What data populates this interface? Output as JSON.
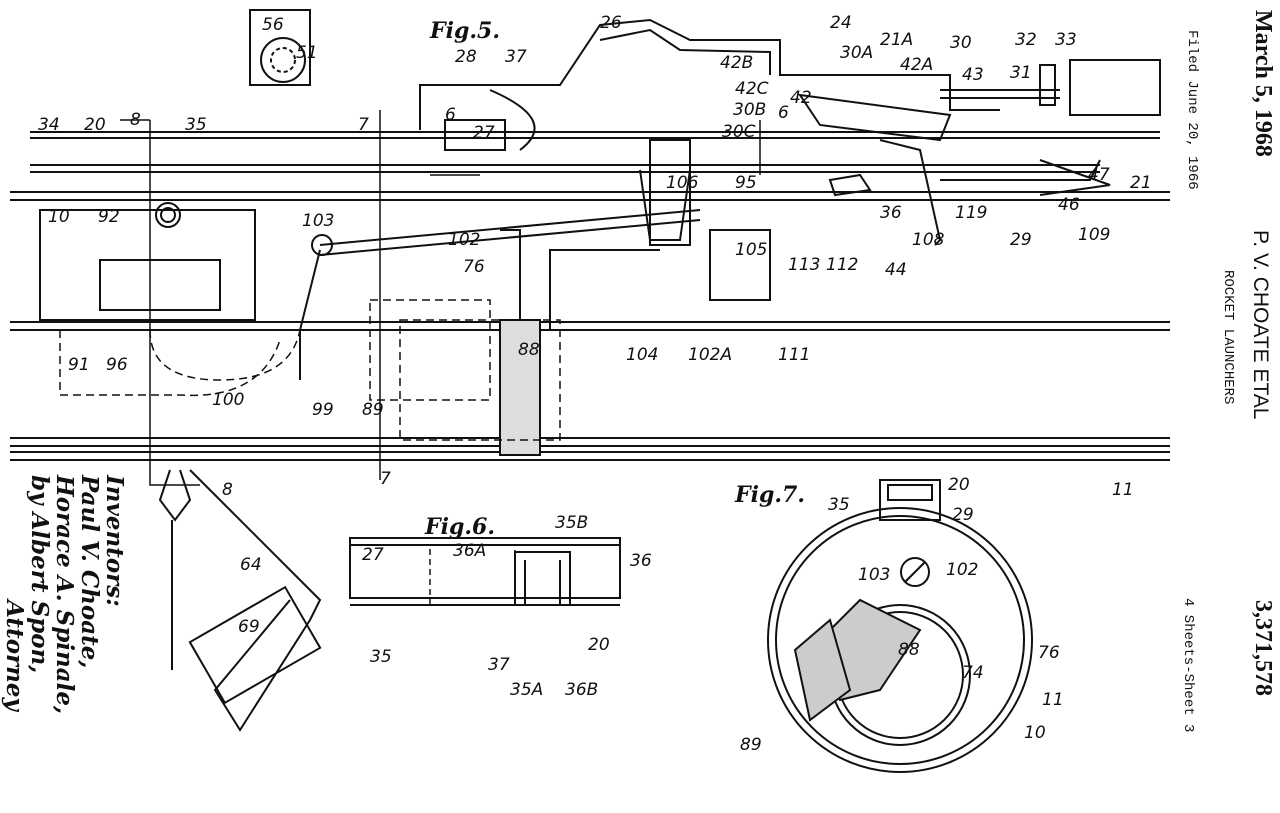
{
  "header": {
    "date": "March 5, 1968",
    "filed": "Filed June 20, 1966",
    "inventor": "P. V. CHOATE ETAL",
    "title": "ROCKET LAUNCHERS",
    "patent_number": "3,371,578",
    "sheets": "4 Sheets-Sheet 3"
  },
  "signature": {
    "inventors_heading": "Inventors:",
    "name1": "Paul V. Choate,",
    "name2": "Horace A. Spinale,",
    "by": "by Albert Spon,",
    "attorney": "Attorney"
  },
  "figures": {
    "fig5": "Fig.5.",
    "fig6": "Fig.6.",
    "fig7": "Fig.7."
  },
  "labels": [
    "56",
    "51",
    "26",
    "24",
    "28",
    "37",
    "21A",
    "30",
    "32",
    "33",
    "30A",
    "42B",
    "42A",
    "43",
    "31",
    "42C",
    "42",
    "30B",
    "30C",
    "6",
    "6",
    "27",
    "34",
    "20",
    "35",
    "8",
    "7",
    "95",
    "106",
    "10",
    "92",
    "103",
    "36",
    "119",
    "108",
    "29",
    "109",
    "21",
    "47",
    "46",
    "102",
    "113",
    "112",
    "105",
    "44",
    "76",
    "91",
    "96",
    "88",
    "104",
    "102A",
    "111",
    "99",
    "89",
    "100",
    "11",
    "8",
    "7",
    "64",
    "69",
    "27",
    "36A",
    "35B",
    "36",
    "35",
    "37",
    "20",
    "35A",
    "36B",
    "35",
    "20",
    "29",
    "103",
    "102",
    "88",
    "74",
    "76",
    "11",
    "10",
    "89"
  ]
}
